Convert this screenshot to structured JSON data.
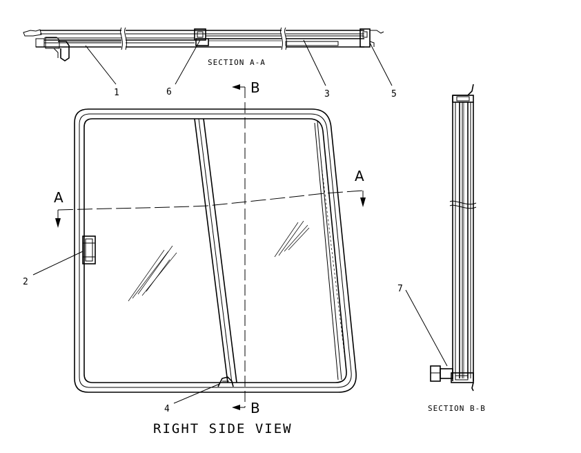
{
  "labels": {
    "section_aa": "SECTION A-A",
    "section_bb": "SECTION B-B",
    "view_title": "RIGHT SIDE VIEW",
    "cut_a_left": "A",
    "cut_a_right": "A",
    "cut_b_top": "B",
    "cut_b_bottom": "B"
  },
  "callouts": [
    "1",
    "2",
    "3",
    "4",
    "5",
    "6",
    "7"
  ]
}
